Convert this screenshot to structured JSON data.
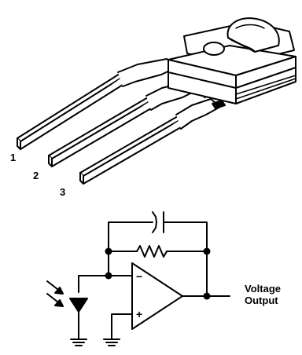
{
  "package": {
    "pins": [
      "1",
      "2",
      "3"
    ]
  },
  "circuit": {
    "output_label_line1": "Voltage",
    "output_label_line2": "Output",
    "inverting_sign": "−",
    "noninverting_sign": "+"
  },
  "colors": {
    "ink": "#000000",
    "body_fill": "#ffffff"
  }
}
